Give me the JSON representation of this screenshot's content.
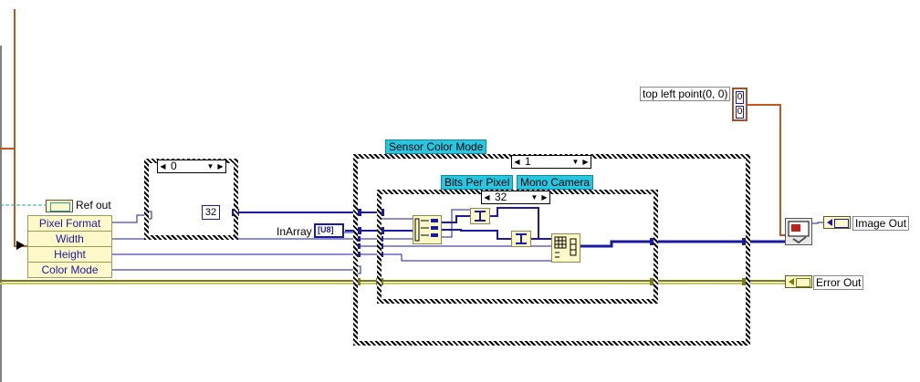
{
  "labels": {
    "ref_out": "Ref out",
    "image_out": "Image Out",
    "error_out": "Error Out",
    "top_left_point": "top left point(0, 0)",
    "in_array": "InArray",
    "u8": "U8"
  },
  "bundle_fields": [
    "Pixel Format",
    "Width",
    "Height",
    "Color Mode"
  ],
  "structures": {
    "outer_case_selector": "0",
    "sensor_color_mode_label": "Sensor Color Mode",
    "sensor_color_mode_selector": "1",
    "bits_per_pixel_label": "Bits Per Pixel",
    "mono_camera_label": "Mono Camera",
    "inner_case_selector": "32"
  },
  "constants": {
    "const_32": "32",
    "cluster_x": "0",
    "cluster_y": "0"
  },
  "colors": {
    "wire_int": "#1a1aa0",
    "wire_cluster": "#a0522d",
    "wire_error": "#7a7a10",
    "label_teal": "#27c7e3"
  }
}
